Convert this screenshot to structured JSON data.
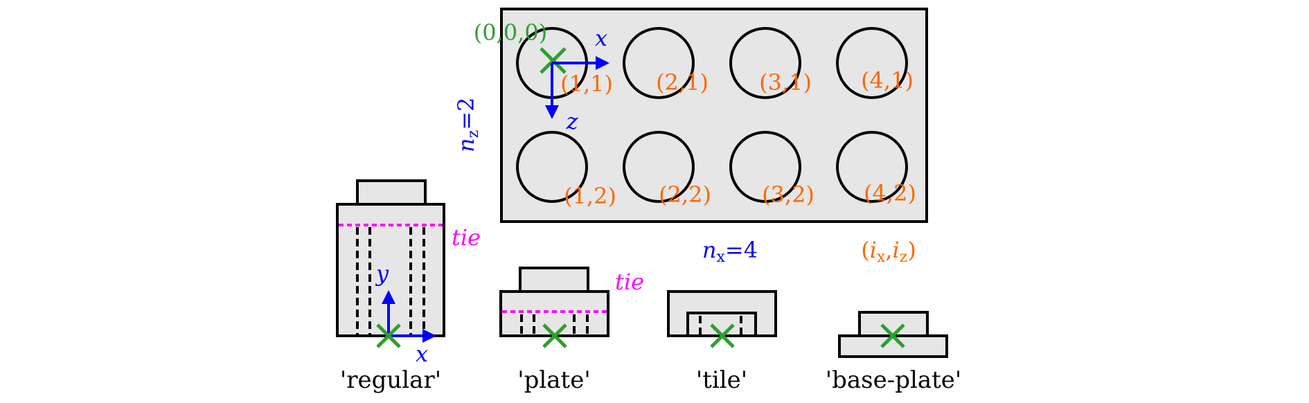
{
  "colors": {
    "plate_fill": "#e6e6e6",
    "outline": "#000000",
    "origin_green": "#2ca02c",
    "axis_blue": "#0000ff",
    "index_orange": "#ff6600",
    "tie_magenta": "#ff00ff"
  },
  "top_view": {
    "origin_label": "(0,0,0)",
    "axis_x_label": "x",
    "axis_z_label": "z",
    "nz_var": "n",
    "nz_sub": "z",
    "nz_value": "=2",
    "nx_var": "n",
    "nx_sub": "x",
    "nx_value": "=4",
    "stud_labels": [
      "(1,1)",
      "(2,1)",
      "(3,1)",
      "(4,1)",
      "(1,2)",
      "(2,2)",
      "(3,2)",
      "(4,2)"
    ],
    "index_label": {
      "open": "(",
      "i1": "i",
      "s1": "x",
      "comma": ",",
      "i2": "i",
      "s2": "z",
      "close": ")"
    }
  },
  "side_views": {
    "tie_label": "tie",
    "axis_x_label": "x",
    "axis_y_label": "y",
    "captions": [
      "'regular'",
      "'plate'",
      "'tile'",
      "'base-plate'"
    ]
  }
}
